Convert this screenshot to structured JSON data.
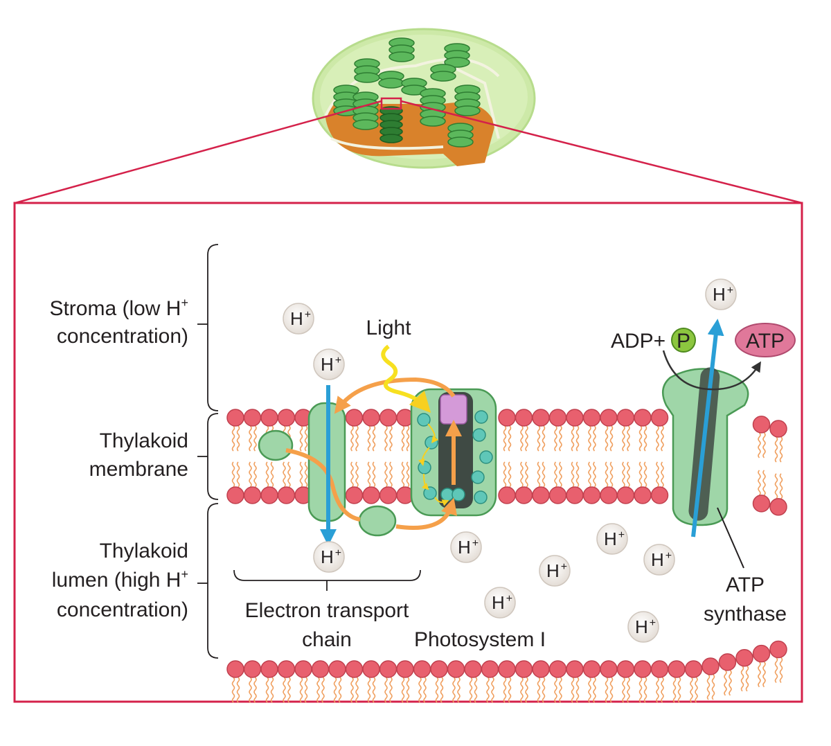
{
  "labels": {
    "stroma_line1": "Stroma (low H",
    "stroma_sup": "+",
    "stroma_line2": "concentration)",
    "membrane_line1": "Thylakoid",
    "membrane_line2": "membrane",
    "lumen_line1": "Thylakoid",
    "lumen_line2": "lumen (high H",
    "lumen_sup": "+",
    "lumen_line3": "concentration)",
    "light": "Light",
    "etc_line1": "Electron transport",
    "etc_line2": "chain",
    "photosystem": "Photosystem I",
    "atp_synthase_line1": "ATP",
    "atp_synthase_line2": "synthase",
    "adp": "ADP+",
    "phosphate": "P",
    "atp": "ATP"
  },
  "ion": {
    "symbol": "H",
    "charge": "+"
  },
  "colors": {
    "frame": "#d4214a",
    "phospholipid_head": "#e8606e",
    "lipid_tail": "#f0a060",
    "protein": "#9fd6a8",
    "protein_edge": "#4a9a55",
    "proton_arrow": "#2a9fd6",
    "electron_arrow": "#f5a04a",
    "light": "#f7e020",
    "atp_bubble": "#e0789a",
    "phosphate": "#8cc63f",
    "chloroplast_outer": "#c8e8a0",
    "thylakoid_stack": "#4caf50"
  }
}
